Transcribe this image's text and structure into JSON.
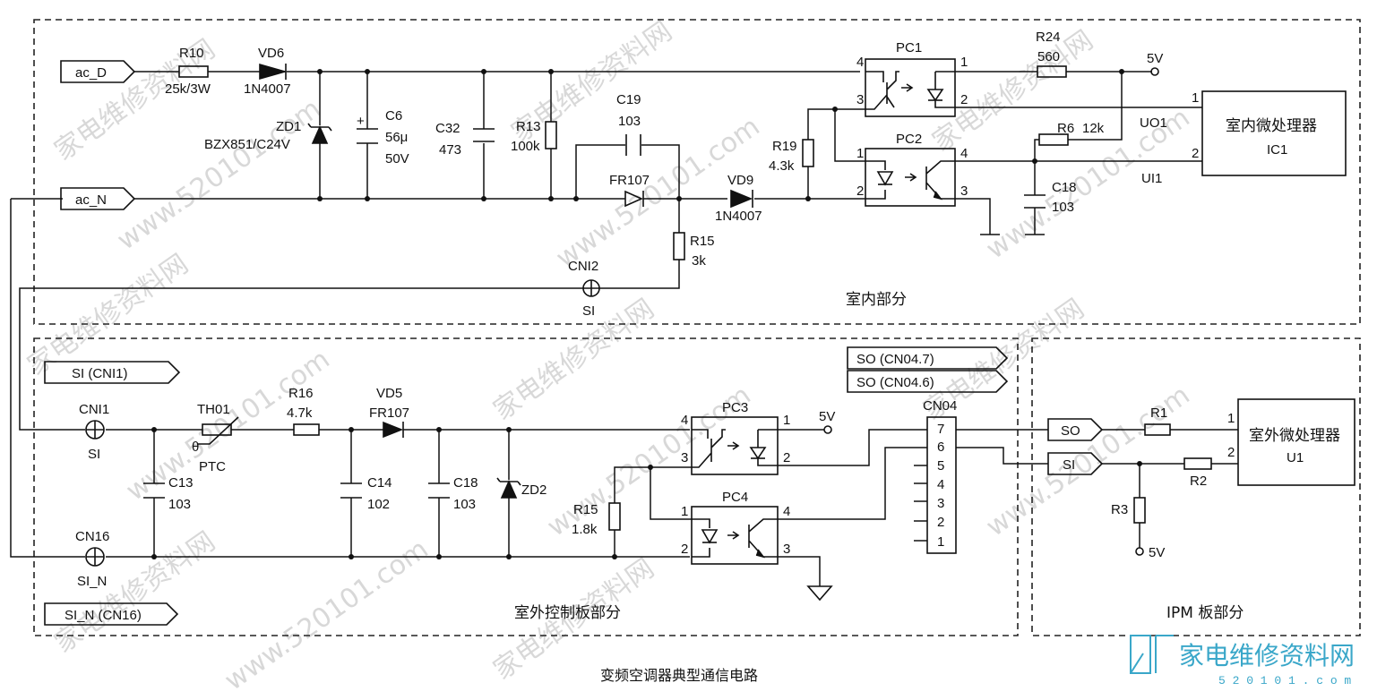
{
  "sections": {
    "indoor": "室内部分",
    "outdoor": "室外控制板部分",
    "ipm": "IPM 板部分"
  },
  "caption": "变频空调器典型通信电路",
  "watermark": {
    "text": "家电维修资料网",
    "domain": "www.520101.com",
    "logo_text": "家电维修资料网",
    "logo_sub": "5 2 0 1 0 1 . c o m"
  },
  "ports": {
    "ac_d": "ac_D",
    "ac_n": "ac_N",
    "si_cni1": "SI (CNI1)",
    "si_n_cn16": "SI_N (CN16)",
    "so_cn04_7": "SO (CN04.7)",
    "so_cn04_6": "SO (CN04.6)",
    "so": "SO",
    "si": "SI"
  },
  "components": {
    "r10": {
      "ref": "R10",
      "value": "25k/3W"
    },
    "vd6": {
      "ref": "VD6",
      "value": "1N4007"
    },
    "zd1": {
      "ref": "ZD1",
      "value": "BZX851/C24V"
    },
    "c6": {
      "ref": "C6",
      "value1": "56μ",
      "value2": "50V",
      "polarity": "+"
    },
    "c32": {
      "ref": "C32",
      "value": "473"
    },
    "r13": {
      "ref": "R13",
      "value": "100k"
    },
    "c19": {
      "ref": "C19",
      "value": "103"
    },
    "fr107_in": {
      "ref": "FR107"
    },
    "vd9": {
      "ref": "VD9",
      "value": "1N4007"
    },
    "r15_in": {
      "ref": "R15",
      "value": "3k"
    },
    "r19": {
      "ref": "R19",
      "value": "4.3k"
    },
    "pc1": {
      "ref": "PC1",
      "p1": "1",
      "p2": "2",
      "p3": "3",
      "p4": "4"
    },
    "pc2": {
      "ref": "PC2",
      "p1": "1",
      "p2": "2",
      "p3": "3",
      "p4": "4"
    },
    "r24": {
      "ref": "R24",
      "value": "560"
    },
    "vcc_in": "5V",
    "r6": {
      "ref": "R6",
      "value": "12k"
    },
    "c18_in": {
      "ref": "C18",
      "value": "103"
    },
    "ic1": {
      "line1": "室内微处理器",
      "line2": "IC1",
      "p1": "1",
      "p2": "2",
      "uo1": "UO1",
      "ui1": "UI1"
    },
    "cni2": {
      "ref": "CNI2",
      "sig": "SI"
    },
    "cni1": {
      "ref": "CNI1",
      "sig": "SI"
    },
    "cn16": {
      "ref": "CN16",
      "sig": "SI_N"
    },
    "th01": {
      "ref": "TH01",
      "theta": "θ",
      "type": "PTC"
    },
    "r16": {
      "ref": "R16",
      "value": "4.7k"
    },
    "vd5": {
      "ref": "VD5",
      "value": "FR107"
    },
    "c13": {
      "ref": "C13",
      "value": "103"
    },
    "c14": {
      "ref": "C14",
      "value": "102"
    },
    "c18_out": {
      "ref": "C18",
      "value": "103"
    },
    "zd2": {
      "ref": "ZD2"
    },
    "r15_out": {
      "ref": "R15",
      "value": "1.8k"
    },
    "pc3": {
      "ref": "PC3",
      "p1": "1",
      "p2": "2",
      "p3": "3",
      "p4": "4"
    },
    "pc4": {
      "ref": "PC4",
      "p1": "1",
      "p2": "2",
      "p3": "3",
      "p4": "4"
    },
    "vcc_out": "5V",
    "cn04": {
      "ref": "CN04",
      "pins": [
        "7",
        "6",
        "5",
        "4",
        "3",
        "2",
        "1"
      ]
    },
    "r1": {
      "ref": "R1"
    },
    "r2": {
      "ref": "R2"
    },
    "r3": {
      "ref": "R3"
    },
    "vcc_ipm": "5V",
    "u1": {
      "line1": "室外微处理器",
      "line2": "U1",
      "p1": "1",
      "p2": "2"
    }
  }
}
